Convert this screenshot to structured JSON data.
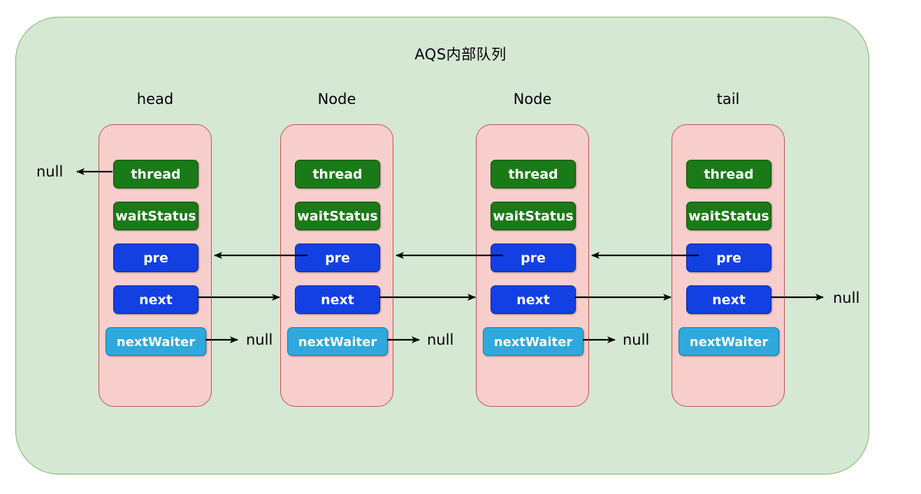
{
  "diagram": {
    "title": "AQS内部队列",
    "container_fill": "#d5e8d4",
    "container_stroke": "#82b366",
    "node_fill": "#f8cecc",
    "node_stroke": "#b85450",
    "colors": {
      "green": "#1a7a17",
      "blue": "#1240e3",
      "lightblue": "#2ea8dd",
      "arrow": "#000000"
    },
    "nodes": [
      {
        "caption": "head",
        "fields": [
          {
            "name": "thread",
            "label": "thread",
            "color": "green"
          },
          {
            "name": "waitStatus",
            "label": "waitStatus",
            "color": "green"
          },
          {
            "name": "pre",
            "label": "pre",
            "color": "blue"
          },
          {
            "name": "next",
            "label": "next",
            "color": "blue"
          },
          {
            "name": "nextWaiter",
            "label": "nextWaiter",
            "color": "lightblue"
          }
        ]
      },
      {
        "caption": "Node",
        "fields": [
          {
            "name": "thread",
            "label": "thread",
            "color": "green"
          },
          {
            "name": "waitStatus",
            "label": "waitStatus",
            "color": "green"
          },
          {
            "name": "pre",
            "label": "pre",
            "color": "blue"
          },
          {
            "name": "next",
            "label": "next",
            "color": "blue"
          },
          {
            "name": "nextWaiter",
            "label": "nextWaiter",
            "color": "lightblue"
          }
        ]
      },
      {
        "caption": "Node",
        "fields": [
          {
            "name": "thread",
            "label": "thread",
            "color": "green"
          },
          {
            "name": "waitStatus",
            "label": "waitStatus",
            "color": "green"
          },
          {
            "name": "pre",
            "label": "pre",
            "color": "blue"
          },
          {
            "name": "next",
            "label": "next",
            "color": "blue"
          },
          {
            "name": "nextWaiter",
            "label": "nextWaiter",
            "color": "lightblue"
          }
        ]
      },
      {
        "caption": "tail",
        "fields": [
          {
            "name": "thread",
            "label": "thread",
            "color": "green"
          },
          {
            "name": "waitStatus",
            "label": "waitStatus",
            "color": "green"
          },
          {
            "name": "pre",
            "label": "pre",
            "color": "blue"
          },
          {
            "name": "next",
            "label": "next",
            "color": "blue"
          },
          {
            "name": "nextWaiter",
            "label": "nextWaiter",
            "color": "lightblue"
          }
        ]
      }
    ],
    "null_labels": [
      {
        "name": "head-thread-null",
        "text": "null"
      },
      {
        "name": "head-nextwaiter-null",
        "text": "null"
      },
      {
        "name": "node2-nextwaiter-null",
        "text": "null"
      },
      {
        "name": "node3-nextwaiter-null",
        "text": "null"
      },
      {
        "name": "tail-next-null",
        "text": "null"
      }
    ]
  }
}
